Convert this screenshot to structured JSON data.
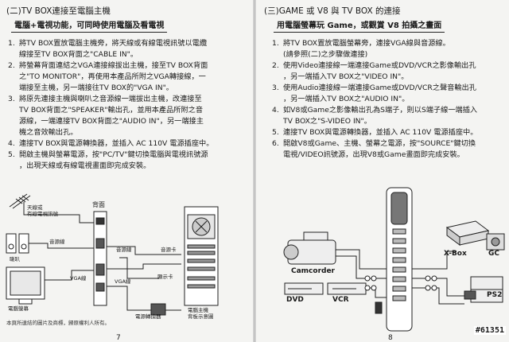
{
  "left": {
    "title": "(二)TV BOX連接至電腦主機",
    "subtitle": "電腦+電視功能，可同時使用電腦及看電視",
    "steps": [
      {
        "num": "1.",
        "lines": [
          "將TV BOX置放電腦主機旁，將天線或有線電視訊號以電纜",
          "線接至TV BOX背面之\"CABLE IN\"。"
        ]
      },
      {
        "num": "2.",
        "lines": [
          "將螢幕背面連結之VGA連接線拔出主機，接至TV BOX背面",
          "之\"TO MONITOR\"，再使用本產品所附之VGA轉接線，一",
          "端接至主機，另一端接往TV BOX的\"VGA IN\"。"
        ]
      },
      {
        "num": "3.",
        "lines": [
          "將原先連接主機與喇叭之音源線一端拔出主機，改連接至",
          "TV BOX背面之\"SPEAKER\"輸出孔，並用本產品所附之音",
          "源線，一端連接TV BOX背面之\"AUDIO IN\"，另一端接主",
          "機之音效輸出孔。"
        ]
      },
      {
        "num": "4.",
        "lines": [
          "連接TV BOX與電源轉換器，並插入 AC 110V 電源插座中。"
        ]
      },
      {
        "num": "5.",
        "lines": [
          "開啟主機與螢幕電源，按\"PC/TV\"鍵切換電腦與電視訊號源",
          "，出現天線或有線電視畫面即完成安裝。"
        ]
      }
    ],
    "diagram_labels": {
      "antenna": "天線或\n有線電視訊號",
      "back": "背面",
      "audio_cable": "音源線",
      "speaker": "喇叭",
      "vga": "VGA線",
      "vga2": "VGA線",
      "audio2": "音源線",
      "audio3": "音源卡",
      "power_adapter": "電源轉換器",
      "monitor": "電腦螢幕",
      "pc_back": "電腦主機\n背板示意圖",
      "display": "顯示卡"
    },
    "note": "本頁所連結的圖片及商標，歸原權利人所有。",
    "page_number": "7"
  },
  "right": {
    "title": "(三)GAME 或 V8 與 TV BOX 的連接",
    "subtitle": "用電腦螢幕玩 Game，或觀賞 V8 拍攝之畫面",
    "steps": [
      {
        "num": "1.",
        "lines": [
          "將TV BOX置放電腦螢幕旁，連接VGA線與音源線。",
          "(請參照(二)之步驟做連接)"
        ]
      },
      {
        "num": "2.",
        "lines": [
          "使用Video連接線一端連接Game或DVD/VCR之影像輸出孔",
          "，另一端插入TV BOX之\"VIDEO IN\"。"
        ]
      },
      {
        "num": "3.",
        "lines": [
          "使用Audio連接線一端連接Game或DVD/VCR之聲音輸出孔",
          "，另一端插入TV BOX之\"AUDIO IN\"。"
        ]
      },
      {
        "num": "4.",
        "lines": [
          "如V8或Game之影像輸出孔為S端子，則以S端子線一端插入",
          "TV BOX之\"S-VIDEO IN\"。"
        ]
      },
      {
        "num": "5.",
        "lines": [
          "連接TV BOX與電源轉換器，並插入 AC 110V 電源插座中。"
        ]
      },
      {
        "num": "6.",
        "lines": [
          "開啟V8或Game、主機、螢幕之電源，按\"SOURCE\"鍵切換",
          "電視/VIDEO訊號源，出現V8或Game畫面即完成安裝。"
        ]
      }
    ],
    "diagram_labels": {
      "camcorder": "Camcorder",
      "dvd": "DVD",
      "vcr": "VCR",
      "xbox": "X-Box",
      "gc": "GC",
      "ps2": "PS2"
    },
    "page_number": "8"
  },
  "stamp": "#61351"
}
